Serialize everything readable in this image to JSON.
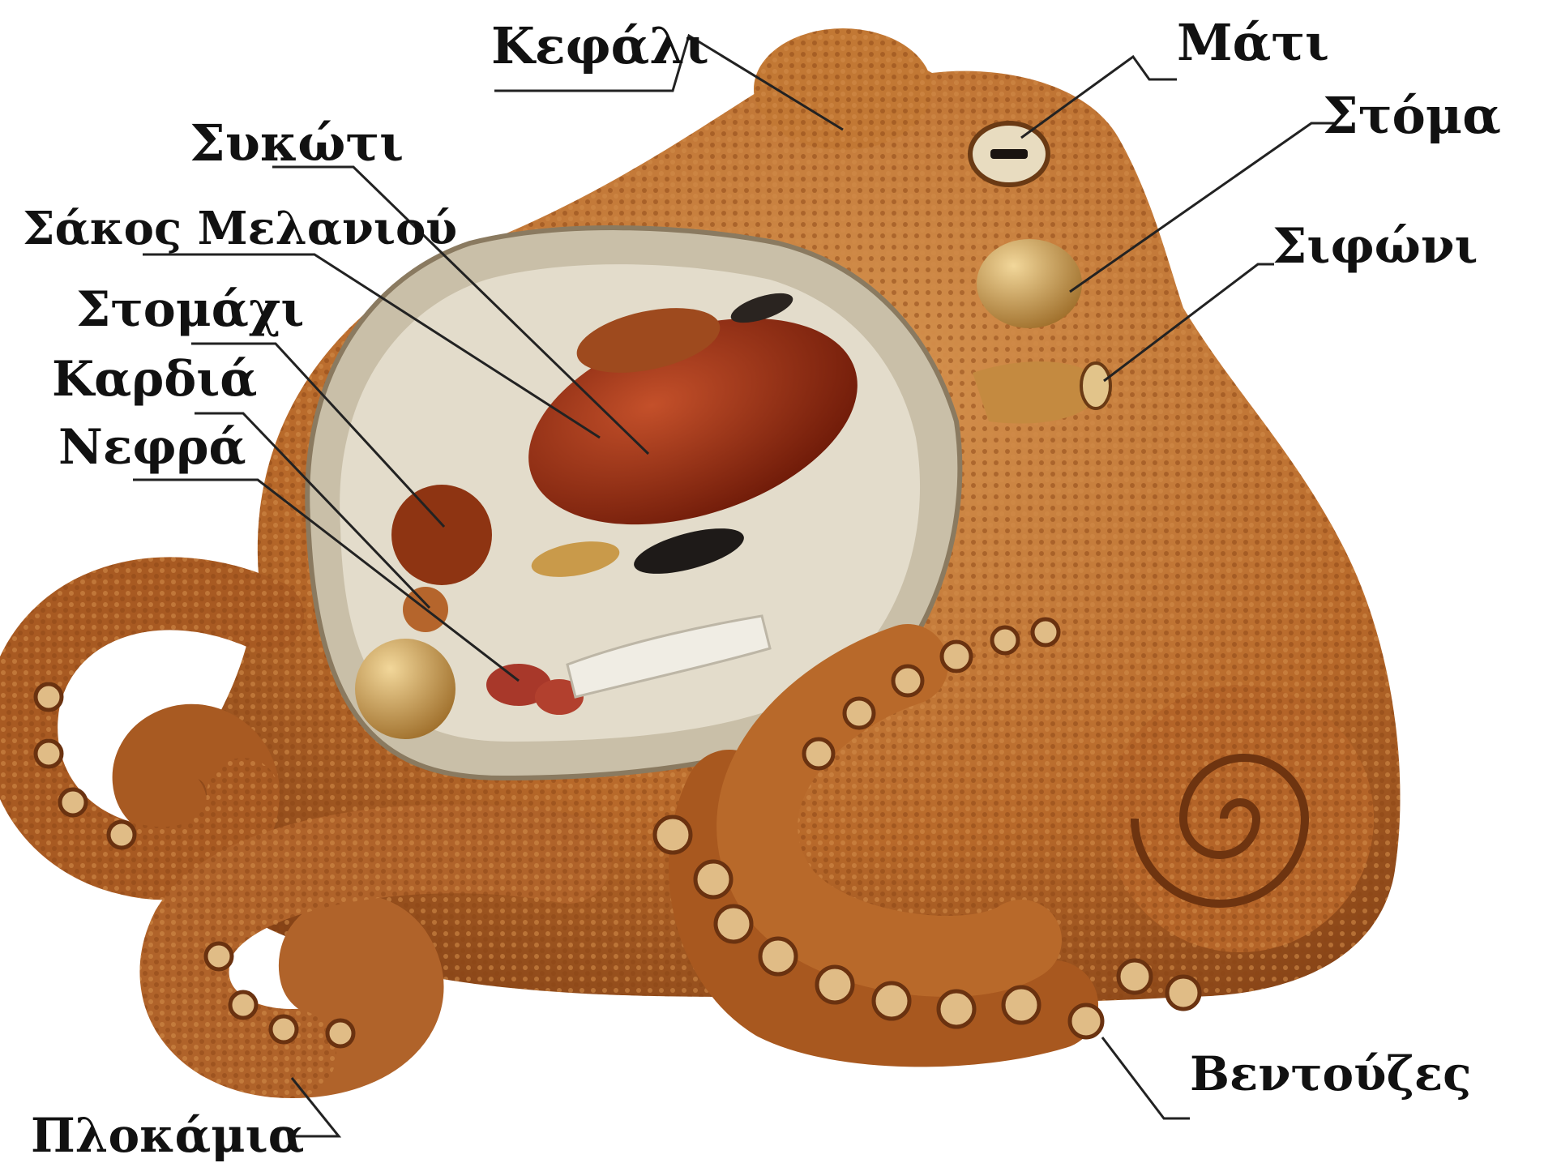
{
  "diagram": {
    "labels": {
      "head": "Κεφάλι",
      "eye": "Μάτι",
      "liver": "Συκώτι",
      "mouth": "Στόμα",
      "ink_sac": "Σάκος Μελανιού",
      "siphon": "Σιφώνι",
      "stomach": "Στομάχι",
      "heart": "Καρδιά",
      "kidneys": "Νεφρά",
      "tentacles": "Πλοκάμια",
      "suckers": "Βεντούζες"
    },
    "colors": {
      "skin": "#b8692a",
      "skin_dark": "#7a3a12",
      "cavity_rim": "#c9bfa8",
      "cavity_inner": "#e3dccb",
      "liver": "#9a2c10",
      "line": "#222222"
    }
  }
}
